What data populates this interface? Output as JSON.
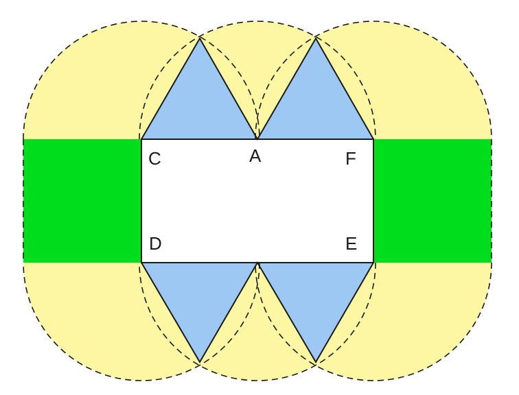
{
  "colors": {
    "background": "#ffffff",
    "yellow_region": "#fdf7a4",
    "green_region": "#00dd1c",
    "blue_triangle": "#9ec8f4",
    "rectangle_fill": "#ffffff",
    "stroke": "#1a1a1a"
  },
  "points": {
    "C": "C",
    "A": "A",
    "F": "F",
    "D": "D",
    "E": "E"
  }
}
